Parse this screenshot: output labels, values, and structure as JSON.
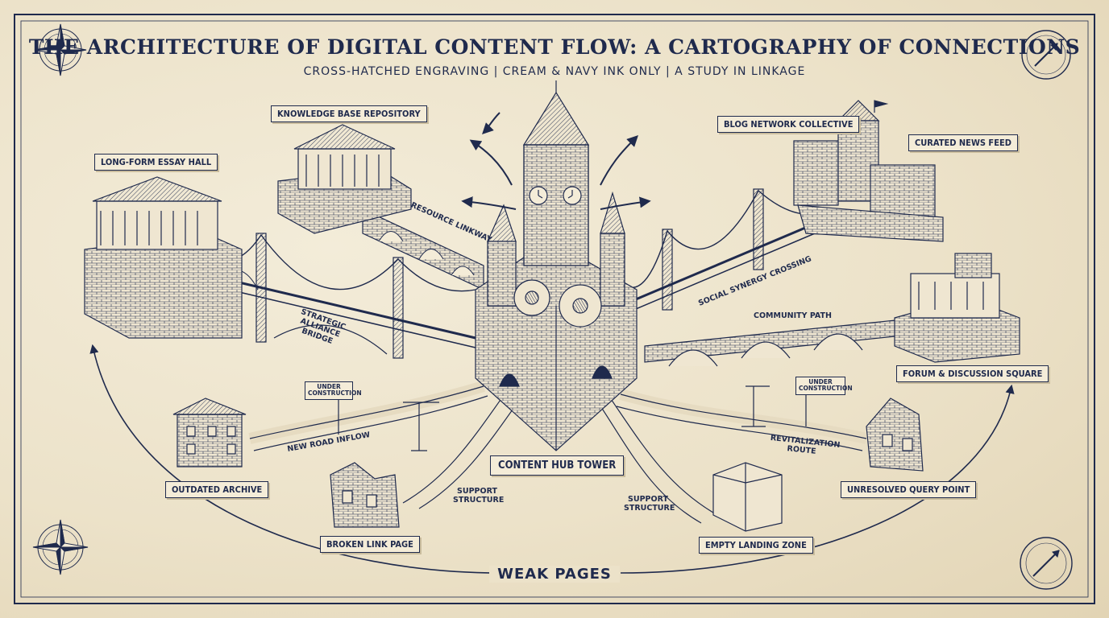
{
  "title": "THE ARCHITECTURE OF DIGITAL CONTENT FLOW: A CARTOGRAPHY OF CONNECTIONS",
  "subtitle": "CROSS-HATCHED ENGRAVING | CREAM & NAVY INK ONLY | A STUDY IN LINKAGE",
  "colors": {
    "ink": "#1f2a4d",
    "paper": "#efe6d1",
    "shade": "#c9bc9d"
  },
  "buildings": {
    "knowledge_base": "KNOWLEDGE BASE REPOSITORY",
    "long_form": "LONG-FORM ESSAY HALL",
    "blog_network": "BLOG NETWORK COLLECTIVE",
    "curated_news": "CURATED NEWS FEED",
    "forum": "FORUM & DISCUSSION SQUARE",
    "hub": "CONTENT HUB TOWER",
    "outdated": "OUTDATED ARCHIVE",
    "broken": "BROKEN LINK PAGE",
    "empty": "EMPTY LANDING ZONE",
    "unresolved": "UNRESOLVED QUERY POINT"
  },
  "connections": {
    "resource": "RESOURCE LINKWAY",
    "strategic": "STRATEGIC ALLIANCE BRIDGE",
    "social": "SOCIAL SYNERGY CROSSING",
    "community": "COMMUNITY PATH",
    "new_road": "NEW ROAD INFLOW",
    "revitalization": "REVITALIZATION ROUTE",
    "support_left": "SUPPORT STRUCTURE",
    "support_right": "SUPPORT STRUCTURE"
  },
  "signs": {
    "left": "UNDER CONSTRUCTION",
    "right": "UNDER CONSTRUCTION"
  },
  "footer": "WEAK PAGES",
  "icons": [
    "compass-rose-icon",
    "compass-dial-icon"
  ]
}
